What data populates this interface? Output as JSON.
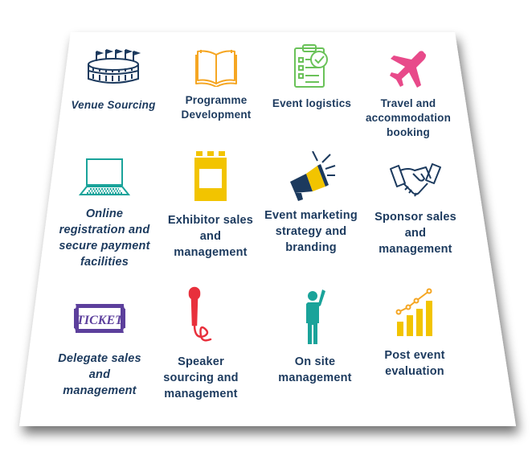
{
  "colors": {
    "navy": "#1c3a5e",
    "orange": "#f5a623",
    "green": "#6ac259",
    "pink": "#e84a8a",
    "teal": "#1aa39a",
    "yellow": "#f2c400",
    "purple": "#5c3f9c",
    "red": "#e8303c"
  },
  "services": [
    {
      "icon": "stadium-icon",
      "lines": [
        "Venue Sourcing"
      ]
    },
    {
      "icon": "open-book-icon",
      "lines": [
        "Programme",
        "Development"
      ]
    },
    {
      "icon": "clipboard-checklist-icon",
      "lines": [
        "Event logistics"
      ]
    },
    {
      "icon": "airplane-icon",
      "lines": [
        "Travel and",
        "accommodation",
        "booking"
      ]
    },
    {
      "icon": "laptop-icon",
      "lines": [
        "Online",
        "registration and",
        "secure payment",
        "facilities"
      ]
    },
    {
      "icon": "exhibition-stand-icon",
      "lines": [
        "Exhibitor sales",
        "and",
        "management"
      ]
    },
    {
      "icon": "megaphone-icon",
      "lines": [
        "Event marketing",
        "strategy and",
        "branding"
      ]
    },
    {
      "icon": "handshake-icon",
      "lines": [
        "Sponsor sales",
        "and",
        "management"
      ]
    },
    {
      "icon": "ticket-icon",
      "ticket_text": "TICKET",
      "lines": [
        "Delegate sales",
        "and",
        "management"
      ]
    },
    {
      "icon": "microphone-icon",
      "lines": [
        "Speaker",
        "sourcing and",
        "management"
      ]
    },
    {
      "icon": "person-waving-icon",
      "lines": [
        "On site",
        "management"
      ]
    },
    {
      "icon": "bar-chart-growth-icon",
      "lines": [
        "Post event",
        "evaluation"
      ]
    }
  ]
}
